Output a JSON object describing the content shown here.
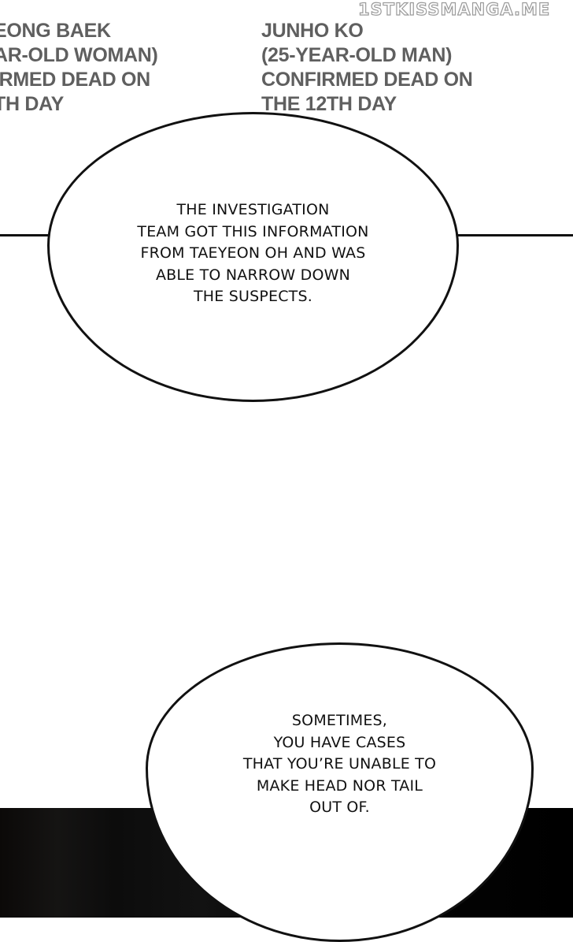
{
  "watermark": "1STKISSMANGA.ME",
  "captions": {
    "left": {
      "lines": [
        "EONG BAEK",
        "AR-OLD WOMAN)",
        "IRMED DEAD ON",
        "TH DAY"
      ]
    },
    "right": {
      "lines": [
        "JUNHO KO",
        "(25-YEAR-OLD MAN)",
        "CONFIRMED DEAD ON",
        "THE 12TH DAY"
      ]
    }
  },
  "bubbles": [
    {
      "lines": [
        "THE INVESTIGATION",
        "TEAM GOT THIS INFORMATION",
        "FROM TAEYEON OH AND WAS",
        "ABLE TO NARROW DOWN",
        "THE SUSPECTS."
      ]
    },
    {
      "lines": [
        "SOMETIMES,",
        "YOU HAVE CASES",
        "THAT YOU’RE UNABLE TO",
        "MAKE HEAD NOR TAIL",
        "OUT OF."
      ]
    }
  ],
  "colors": {
    "caption": "#5f5f5f",
    "bubble_stroke": "#111111",
    "panel": "#000000"
  }
}
